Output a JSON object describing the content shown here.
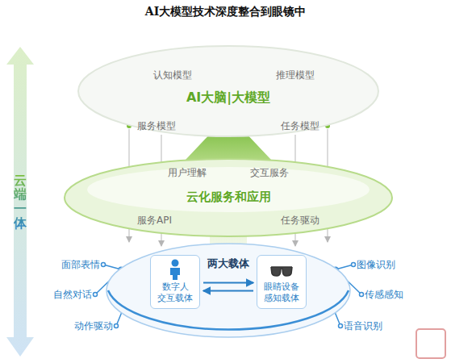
{
  "diagram": {
    "title": "AI大模型技术深度整合到眼镜中",
    "nodes": [
      {
        "text": [
          "AI大脑|大模型"
        ]
      },
      {
        "text": [
          "云化服务和应用"
        ]
      },
      {
        "text": [
          "两大载体"
        ]
      },
      {
        "text": [
          "数字人 交互载体"
        ],
        "in": 2
      },
      {
        "text": [
          "眼睛设备 感知载体"
        ],
        "in": 2
      }
    ],
    "edges": [
      {
        "from": 3,
        "to": 4,
        "arrow": "both"
      }
    ],
    "labels": [
      "云端一体",
      "认知模型",
      "推理模型",
      "服务模型",
      "任务模型",
      "用户理解",
      "交互服务",
      "服务API",
      "任务驱动",
      "面部表情",
      "自然对话",
      "动作驱动",
      "图像识别",
      "传感感知",
      "语音识别"
    ]
  }
}
